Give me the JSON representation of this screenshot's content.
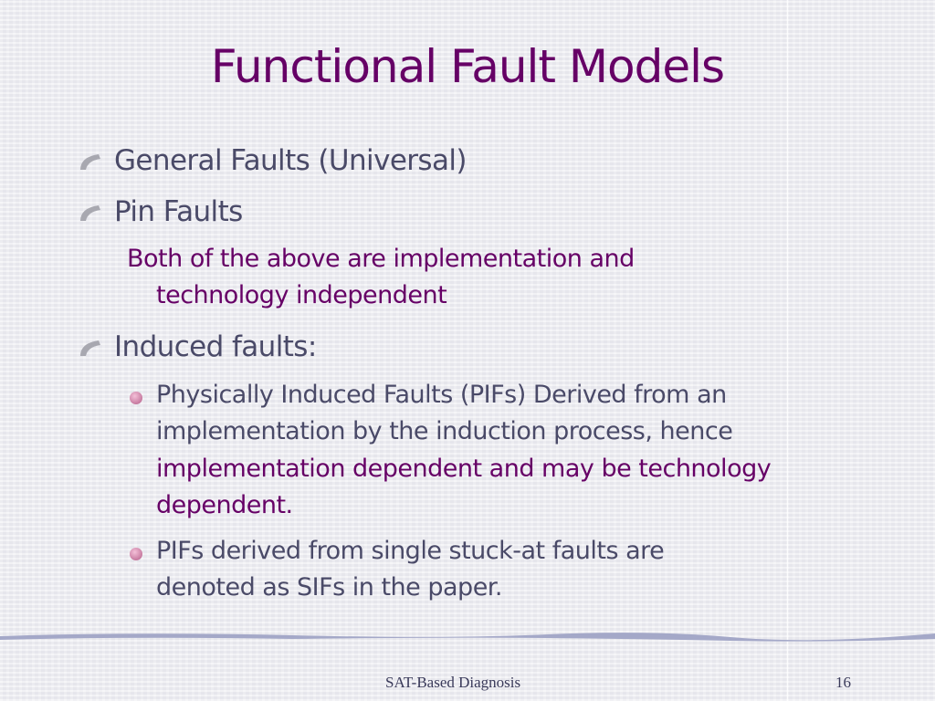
{
  "title": "Functional Fault Models",
  "bullets": [
    {
      "text": "General Faults (Universal)"
    },
    {
      "text": "Pin Faults"
    },
    {
      "note_lines": [
        "Both of the above are implementation and",
        "technology independent"
      ]
    },
    {
      "text": "Induced faults:"
    }
  ],
  "sub_bullets": [
    {
      "lines": [
        "Physically Induced Faults (PIFs) Derived from an",
        "implementation by the induction process, hence",
        "implementation dependent and may be technology",
        "dependent."
      ]
    },
    {
      "lines": [
        "PIFs derived from single stuck-at faults are",
        "denoted as SIFs in the paper."
      ]
    }
  ],
  "footer": {
    "center": "SAT-Based Diagnosis",
    "page": "16"
  },
  "colors": {
    "title": "#660066",
    "body": "#4a4a68"
  }
}
